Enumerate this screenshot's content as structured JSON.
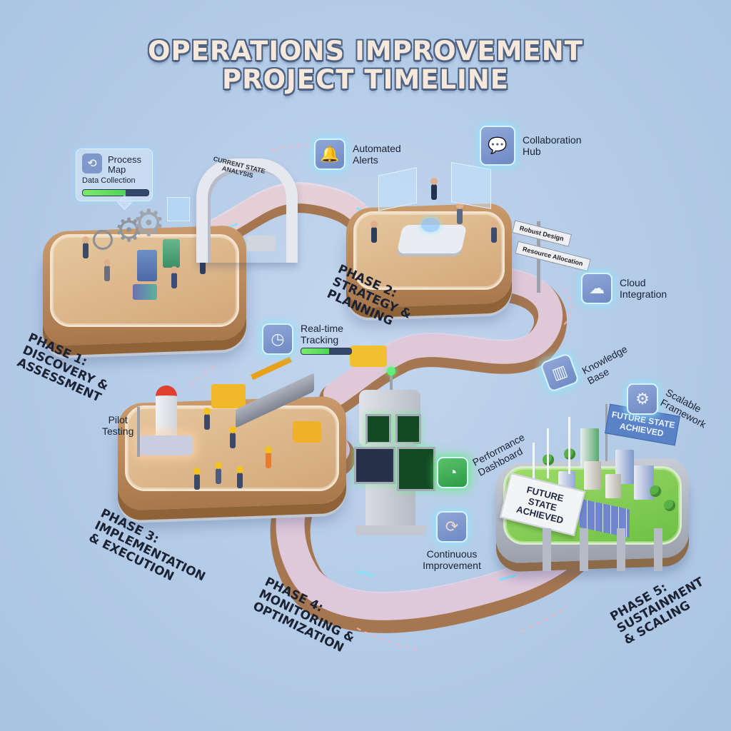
{
  "title": {
    "line1": "OPERATIONS IMPROVEMENT",
    "line2": "PROJECT TIMELINE"
  },
  "colors": {
    "background": "#b3cbe6",
    "title_fill": "#f6e9dc",
    "title_outline": "#4e6284",
    "platform_wood": "#d2a87a",
    "glow_cyan": "#8ce6ff",
    "accent_green": "#4fd45a",
    "banner_blue": "#5a82c6",
    "label_text": "#1a2233"
  },
  "phases": [
    {
      "id": 1,
      "label": "PHASE 1:\nDISCOVERY &\nASSESSMENT"
    },
    {
      "id": 2,
      "label": "PHASE 2:\nSTRATEGY &\nPLANNING"
    },
    {
      "id": 3,
      "label": "PHASE 3:\nIMPLEMENTATION\n& EXECUTION"
    },
    {
      "id": 4,
      "label": "PHASE 4:\nMONITORING &\nOPTIMIZATION"
    },
    {
      "id": 5,
      "label": "PHASE 5:\nSUSTAINMENT\n& SCALING"
    }
  ],
  "callouts": {
    "process_map": {
      "title": "Process Map",
      "subtitle": "Data Collection",
      "progress_pct": 65,
      "icon": "flow-icon"
    },
    "automated_alerts": {
      "label_1": "Automated",
      "label_2": "Alerts",
      "icon": "bell-icon"
    },
    "collaboration_hub": {
      "label_1": "Collaboration",
      "label_2": "Hub",
      "icon": "chat-icon"
    },
    "cloud_integration": {
      "label_1": "Cloud",
      "label_2": "Integration",
      "icon": "cloud-icon"
    },
    "realtime_tracking": {
      "label_1": "Real-time",
      "label_2": "Tracking",
      "progress_pct": 55,
      "icon": "clock-icon"
    },
    "pilot_testing": {
      "label_1": "Pilot",
      "label_2": "Testing",
      "icon": "rocket-icon"
    },
    "knowledge_base": {
      "label_1": "Knowledge",
      "label_2": "Base",
      "icon": "books-icon"
    },
    "scalable_framework": {
      "label_1": "Scalable",
      "label_2": "Framework",
      "icon": "gear-icon"
    },
    "performance_dashboard": {
      "label_1": "Performance",
      "label_2": "Dashboard",
      "icon": "gauge-icon"
    },
    "continuous_improvement": {
      "label_1": "Continuous",
      "label_2": "Improvement",
      "icon": "cycle-icon"
    }
  },
  "scene_text": {
    "arch": "CURRENT STATE ANALYSIS",
    "signpost_1": "Robust Design",
    "signpost_2": "Resource Allocation",
    "banner": "FUTURE STATE ACHIEVED",
    "billboard": "FUTURE STATE ACHIEVED"
  },
  "icons": {
    "flow-icon": "⟲",
    "bell-icon": "🔔",
    "chat-icon": "💬",
    "cloud-icon": "☁",
    "clock-icon": "◷",
    "rocket-icon": "🚀",
    "books-icon": "▥",
    "gear-icon": "⚙",
    "gauge-icon": "◔",
    "cycle-icon": "⟳"
  }
}
